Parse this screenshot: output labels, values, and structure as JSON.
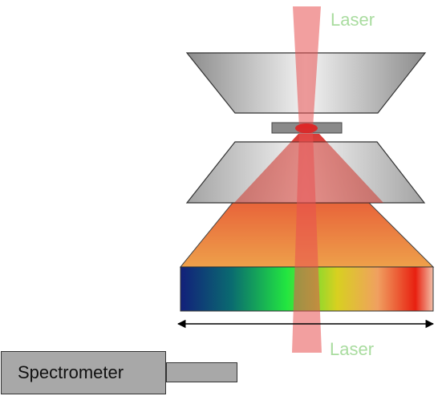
{
  "labels": {
    "laser_top": "Laser",
    "laser_bottom": "Laser",
    "spectrometer": "Spectrometer"
  },
  "colors": {
    "laser_label": "#a9dc9f",
    "laser_beam": "#e85050",
    "anvil_gray": "#b4b4b4",
    "cone_orange": "#e87a3a",
    "spectrometer_fill": "#a8a8a8",
    "spectrum_stops": [
      "#12207a",
      "#0a6a70",
      "#22e640",
      "#d8d020",
      "#f0a060",
      "#e82010",
      "#f2c0a8"
    ]
  }
}
